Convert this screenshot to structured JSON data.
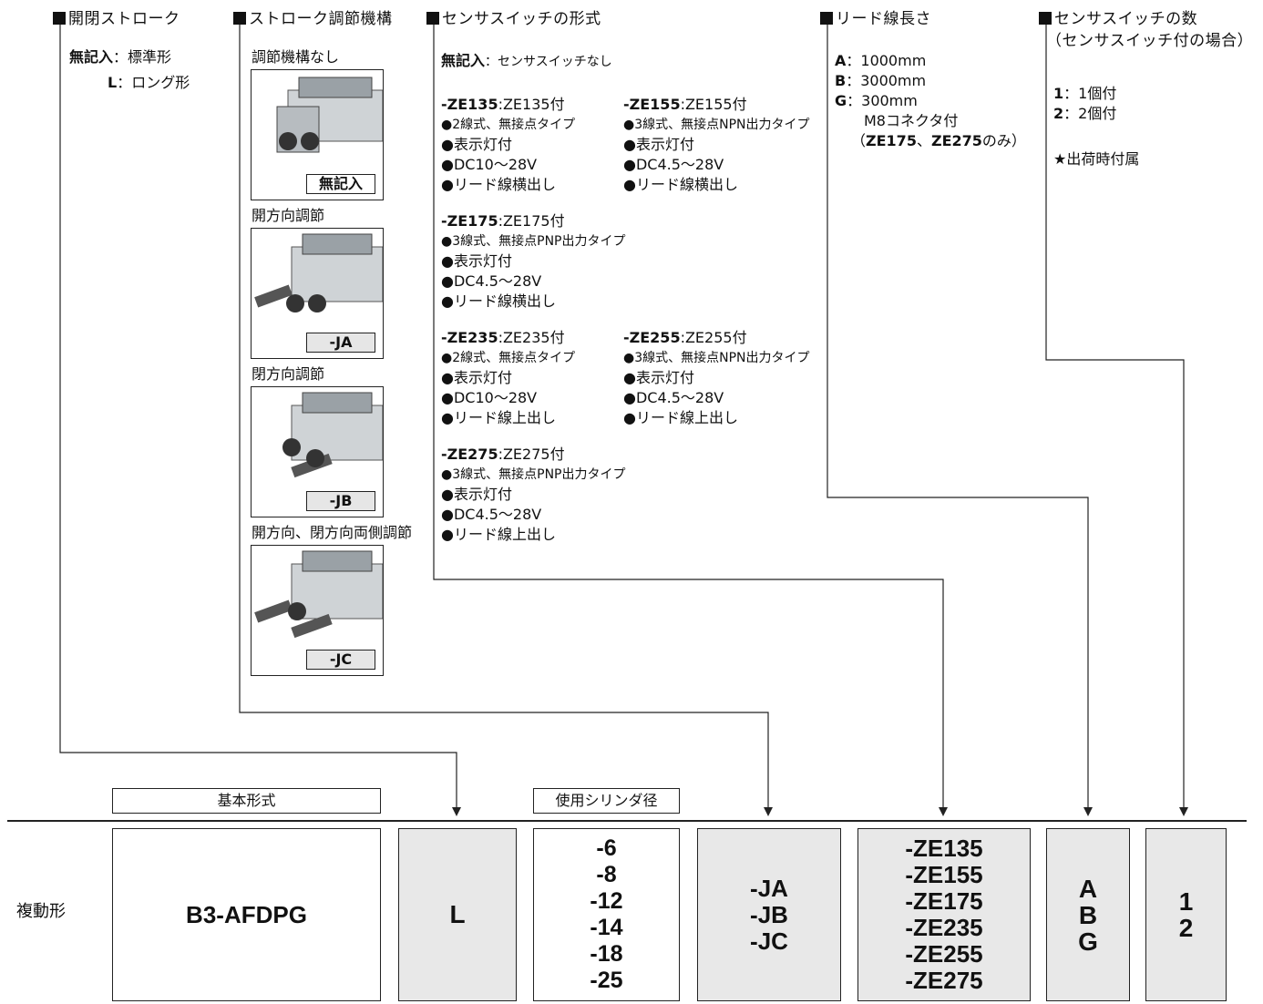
{
  "headers": {
    "stroke": "開閉ストローク",
    "adjust": "ストローク調節機構",
    "sensor_type": "センサスイッチの形式",
    "lead": "リード線長さ",
    "count_title": "センサスイッチの数",
    "count_sub": "（センサスイッチ付の場合）"
  },
  "stroke": {
    "none_key": "無記入",
    "none_val": "：標準形",
    "l_key": "L",
    "l_val": "：ロング形"
  },
  "adjust": {
    "items": [
      {
        "label": "調節機構なし",
        "tag": "無記入"
      },
      {
        "label": "開方向調節",
        "tag": "-JA"
      },
      {
        "label": "閉方向調節",
        "tag": "-JB"
      },
      {
        "label": "開方向、閉方向両側調節",
        "tag": "-JC"
      }
    ]
  },
  "sensor": {
    "none_key": "無記入",
    "none_val": "：センサスイッチなし",
    "blocks": [
      {
        "code": "-ZE135",
        "suffix": ":ZE135付",
        "l1": "●2線式、無接点タイプ",
        "l2": "●表示灯付",
        "l3": "●DC10～28V",
        "l4": "●リード線横出し"
      },
      {
        "code": "-ZE155",
        "suffix": ":ZE155付",
        "l1": "●3線式、無接点NPN出力タイプ",
        "l2": "●表示灯付",
        "l3": "●DC4.5～28V",
        "l4": "●リード線横出し"
      },
      {
        "code": "-ZE175",
        "suffix": ":ZE175付",
        "l1": "●3線式、無接点PNP出力タイプ",
        "l2": "●表示灯付",
        "l3": "●DC4.5～28V",
        "l4": "●リード線横出し"
      },
      {
        "code": "-ZE235",
        "suffix": ":ZE235付",
        "l1": "●2線式、無接点タイプ",
        "l2": "●表示灯付",
        "l3": "●DC10～28V",
        "l4": "●リード線上出し"
      },
      {
        "code": "-ZE255",
        "suffix": ":ZE255付",
        "l1": "●3線式、無接点NPN出力タイプ",
        "l2": "●表示灯付",
        "l3": "●DC4.5～28V",
        "l4": "●リード線上出し"
      },
      {
        "code": "-ZE275",
        "suffix": ":ZE275付",
        "l1": "●3線式、無接点PNP出力タイプ",
        "l2": "●表示灯付",
        "l3": "●DC4.5～28V",
        "l4": "●リード線上出し"
      }
    ]
  },
  "lead": {
    "a_key": "A",
    "a_val": "：1000mm",
    "b_key": "B",
    "b_val": "：3000mm",
    "g_key": "G",
    "g_val": "：300mm",
    "g_note1": "M8コネクタ付",
    "g_note2_pre": "（",
    "g_note2_a": "ZE175",
    "g_note2_mid": "、",
    "g_note2_b": "ZE275",
    "g_note2_post": "のみ）"
  },
  "count": {
    "one_key": "1",
    "one_val": "：1個付",
    "two_key": "2",
    "two_val": "：2個付",
    "note": "★出荷時付属"
  },
  "bottom": {
    "row_label": "複動形",
    "basic_label": "基本形式",
    "bore_label": "使用シリンダ径",
    "model": "B3-AFDPG",
    "stroke_opt": "L",
    "bores": [
      "-6",
      "-8",
      "-12",
      "-14",
      "-18",
      "-25"
    ],
    "adjusts": [
      "-JA",
      "-JB",
      "-JC"
    ],
    "sensors": [
      "-ZE135",
      "-ZE155",
      "-ZE175",
      "-ZE235",
      "-ZE255",
      "-ZE275"
    ],
    "leads": [
      "A",
      "B",
      "G"
    ],
    "counts": [
      "1",
      "2"
    ]
  }
}
